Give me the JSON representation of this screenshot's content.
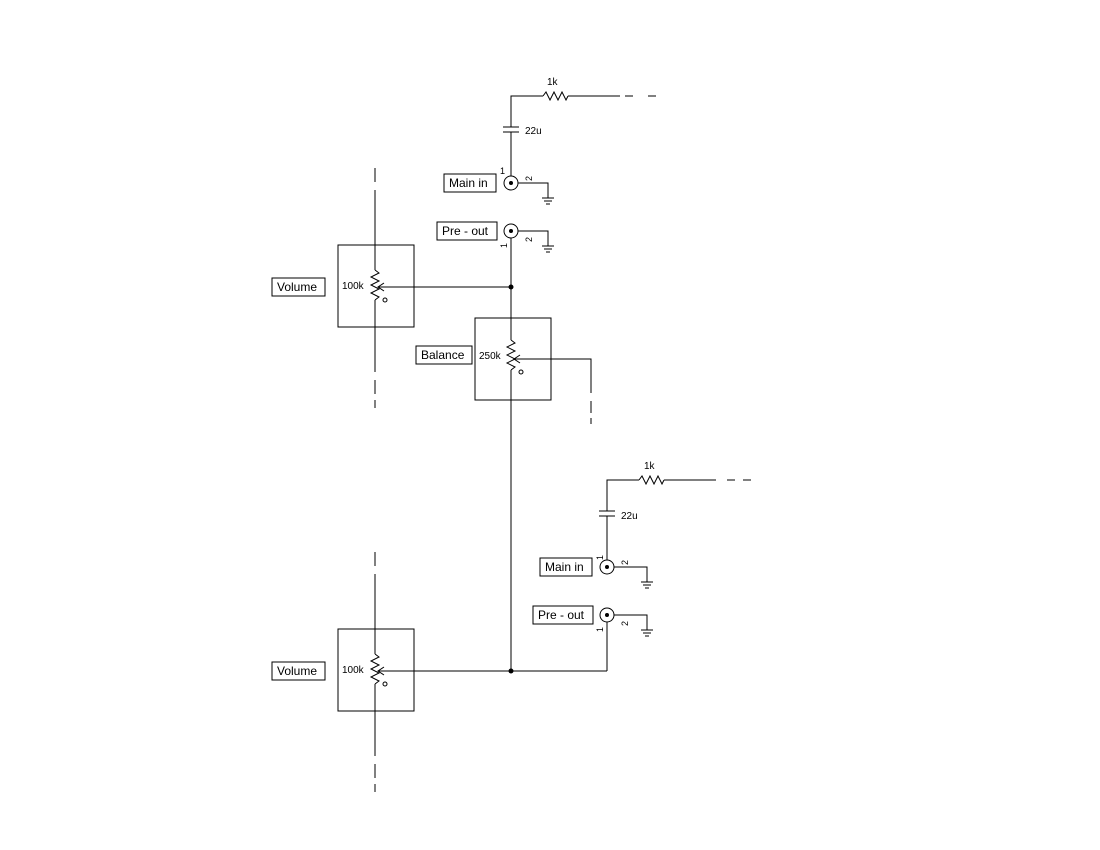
{
  "labels": {
    "volume_top": "Volume",
    "volume_bottom": "Volume",
    "balance": "Balance",
    "main_in_top": "Main in",
    "main_in_bottom": "Main in",
    "pre_out_top": "Pre - out",
    "pre_out_bottom": "Pre - out"
  },
  "values": {
    "pot_vol_top": "100k",
    "pot_vol_bottom": "100k",
    "pot_balance": "250k",
    "cap_top": "22u",
    "cap_bottom": "22u",
    "res_top": "1k",
    "res_bottom": "1k"
  },
  "pins": {
    "one": "1",
    "two": "2"
  }
}
